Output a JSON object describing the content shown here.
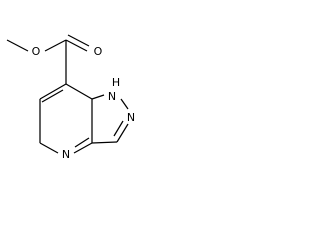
{
  "structure": {
    "atoms": {
      "ester_o_methoxy": "O",
      "ester_o_carbonyl": "O",
      "nh_hydrogen": "H",
      "nh_nitrogen": "N",
      "pyrazole_n2": "N",
      "pyridine_n": "N"
    }
  },
  "colors": {
    "bond": "#000000",
    "label": "#000000",
    "background": "#ffffff"
  }
}
